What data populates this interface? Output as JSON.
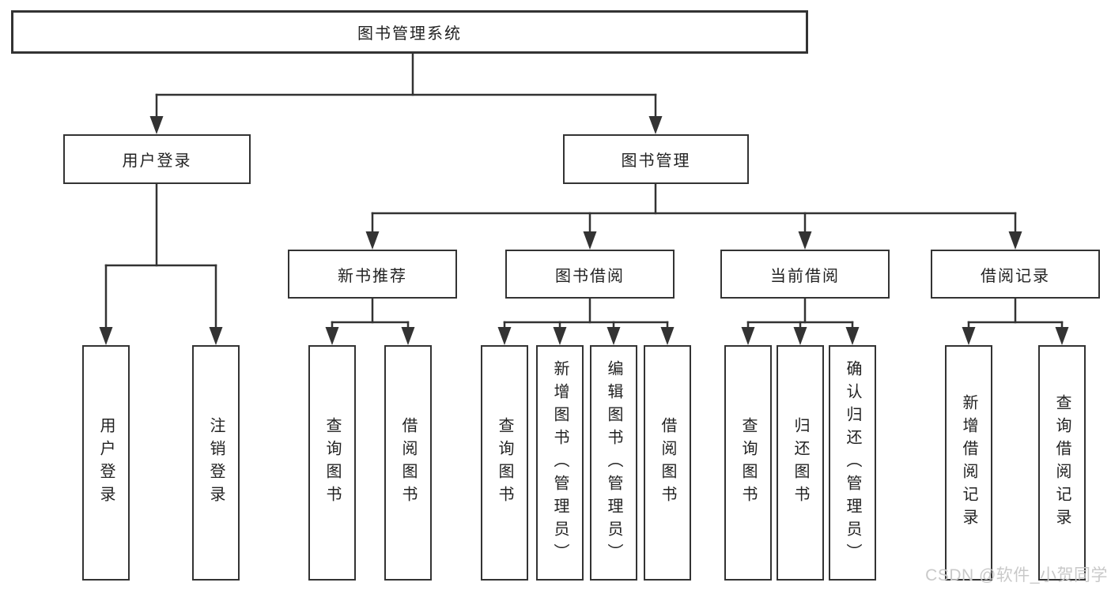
{
  "tree": {
    "label": "图书管理系统",
    "children": [
      {
        "label": "用户登录",
        "children": [
          {
            "label": "用户登录"
          },
          {
            "label": "注销登录"
          }
        ]
      },
      {
        "label": "图书管理",
        "children": [
          {
            "label": "新书推荐",
            "children": [
              {
                "label": "查询图书"
              },
              {
                "label": "借阅图书"
              }
            ]
          },
          {
            "label": "图书借阅",
            "children": [
              {
                "label": "查询图书"
              },
              {
                "label": "新增图书（管理员）"
              },
              {
                "label": "编辑图书（管理员）"
              },
              {
                "label": "借阅图书"
              }
            ]
          },
          {
            "label": "当前借阅",
            "children": [
              {
                "label": "查询图书"
              },
              {
                "label": "归还图书"
              },
              {
                "label": "确认归还（管理员）"
              }
            ]
          },
          {
            "label": "借阅记录",
            "children": [
              {
                "label": "新增借阅记录"
              },
              {
                "label": "查询借阅记录"
              }
            ]
          }
        ]
      }
    ]
  },
  "watermark": {
    "text": "CSDN @软件_小贺同学"
  },
  "colors": {
    "line": "#333333",
    "box_border": "#333333",
    "box_fill": "#ffffff",
    "text": "#222222",
    "background": "#ffffff",
    "watermark": "#c9c9c9"
  }
}
